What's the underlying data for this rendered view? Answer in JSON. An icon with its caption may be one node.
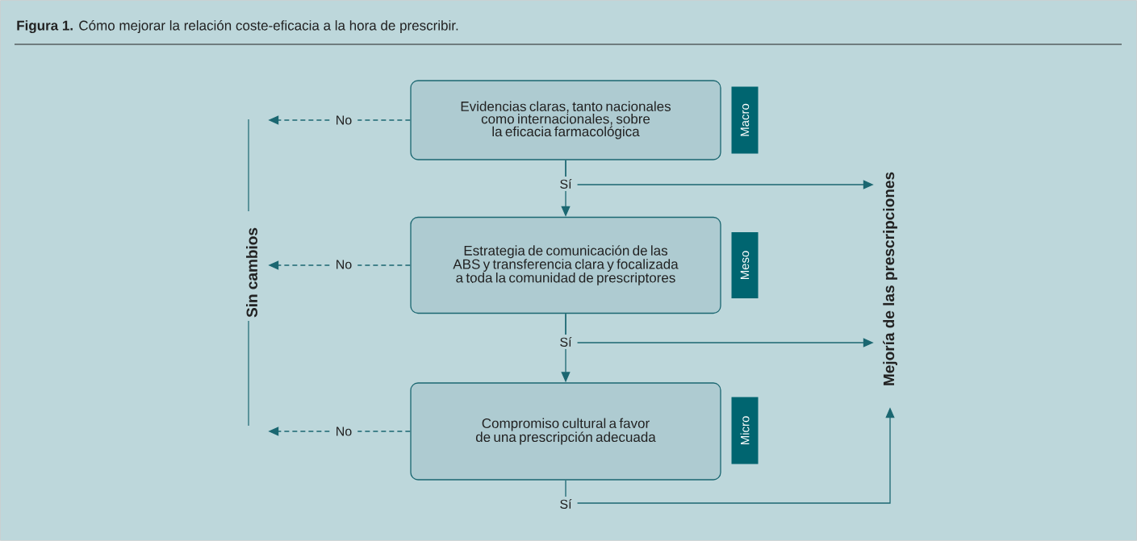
{
  "diagram": {
    "title": "**Figura 1.** Cómo mejorar la relación coste-eficacia a la hora de prescribir.",
    "nodes": [
      {
        "text": [
          "Sin cambios"
        ]
      },
      {
        "text": [
          "Evidencias claras, tanto nacionales como internacionales, sobre la eficacia farmacológica"
        ]
      },
      {
        "text": [
          "Macro"
        ]
      },
      {
        "text": [
          "Mejoría de las prescripciones"
        ]
      },
      {
        "text": [
          "Estrategia de comunicación de las ABS y transferencia clara y focalizada a toda la comunidad de prescriptores"
        ]
      },
      {
        "text": [
          "Meso"
        ]
      },
      {
        "text": [
          "Compromiso cultural a favor de una prescripción adecuada"
        ]
      },
      {
        "text": [
          "Micro"
        ]
      }
    ],
    "edges": [
      {
        "from": 1,
        "to": 0,
        "arrow": "to",
        "label": "No",
        "style": "dashed"
      },
      {
        "from": 1,
        "to": 4,
        "arrow": "to",
        "label": "Sí"
      },
      {
        "from": 1,
        "to": 3,
        "arrow": "to"
      },
      {
        "from": 4,
        "to": 0,
        "arrow": "to",
        "label": "No",
        "style": "dashed"
      },
      {
        "from": 4,
        "to": 6,
        "arrow": "to",
        "label": "Sí"
      },
      {
        "from": 4,
        "to": 3,
        "arrow": "to"
      },
      {
        "from": 6,
        "to": 0,
        "arrow": "to",
        "label": "No",
        "style": "dashed"
      },
      {
        "from": 6,
        "to": 3,
        "arrow": "to",
        "label": "Sí"
      }
    ]
  }
}
